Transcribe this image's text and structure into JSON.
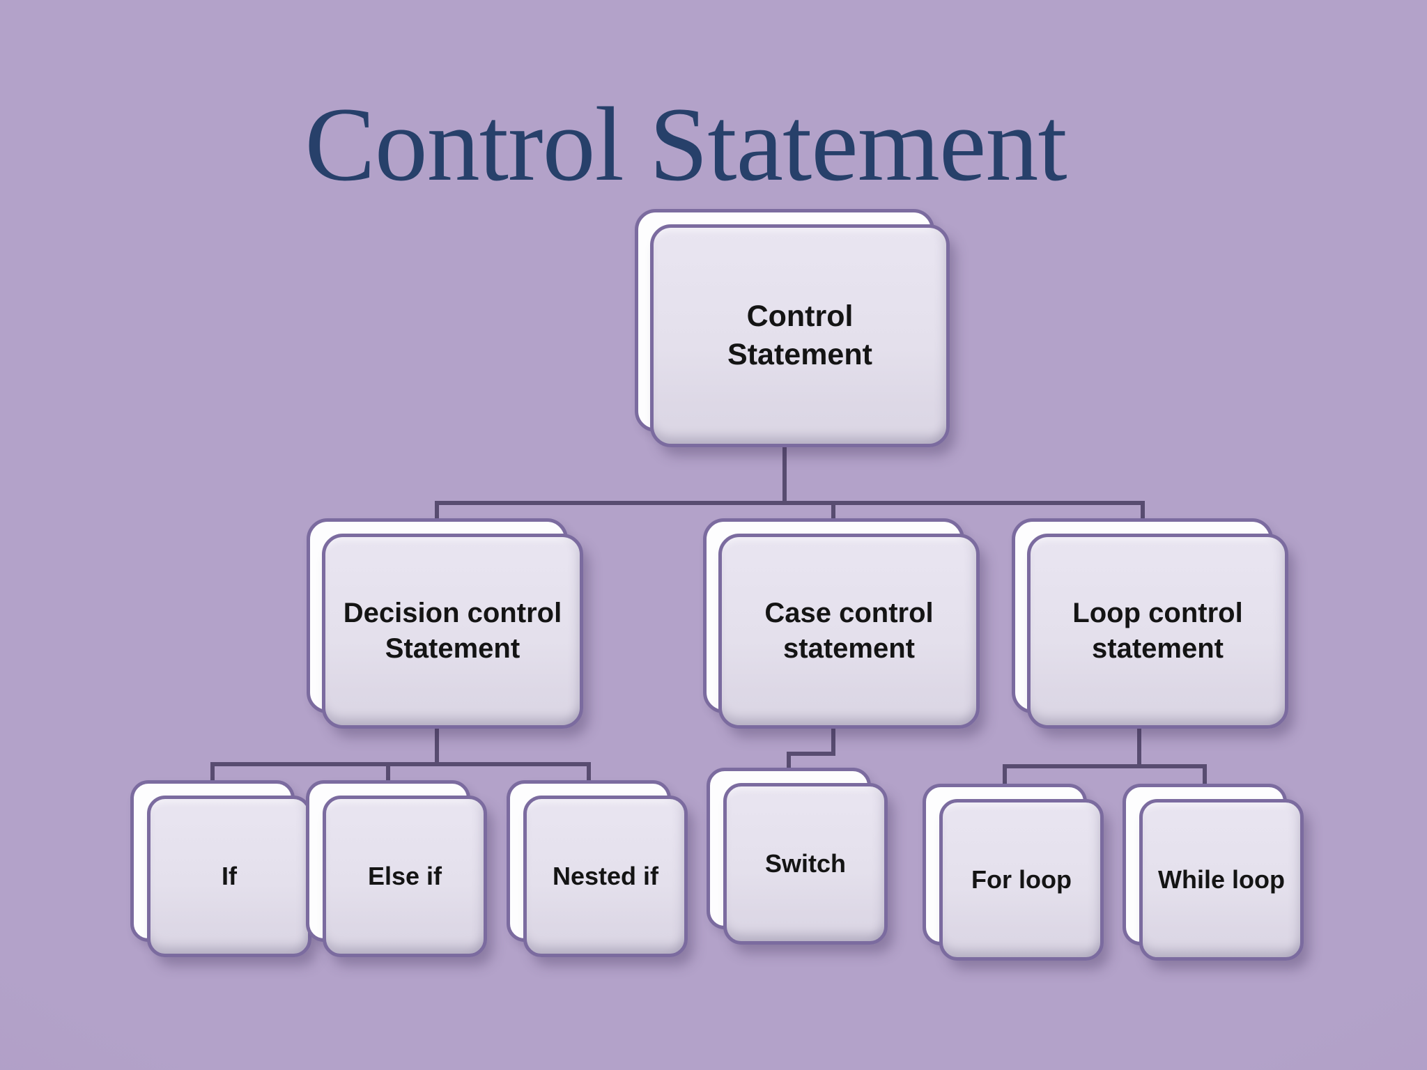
{
  "title": "Control Statement",
  "nodes": {
    "root": {
      "label": "Control\nStatement"
    },
    "decision": {
      "label": "Decision control\nStatement"
    },
    "case": {
      "label": "Case control\nstatement"
    },
    "loop": {
      "label": "Loop control\nstatement"
    },
    "if": {
      "label": "If"
    },
    "else_if": {
      "label": "Else if"
    },
    "nested_if": {
      "label": "Nested if"
    },
    "switch": {
      "label": "Switch"
    },
    "for_loop": {
      "label": "For loop"
    },
    "while_loop": {
      "label": "While loop"
    }
  },
  "hierarchy": {
    "root": "Control Statement",
    "children": [
      {
        "label": "Decision control Statement",
        "children": [
          "If",
          "Else if",
          "Nested if"
        ]
      },
      {
        "label": "Case control statement",
        "children": [
          "Switch"
        ]
      },
      {
        "label": "Loop control statement",
        "children": [
          "For loop",
          "While loop"
        ]
      }
    ]
  },
  "colors": {
    "background": "#b3a2c9",
    "background_edge": "#a794bf",
    "card_fill": "#e4e0ec",
    "card_back": "#fdfdfe",
    "card_border": "#7b6b9f",
    "connector": "#584c70",
    "title": "#27406a",
    "label": "#141414"
  }
}
